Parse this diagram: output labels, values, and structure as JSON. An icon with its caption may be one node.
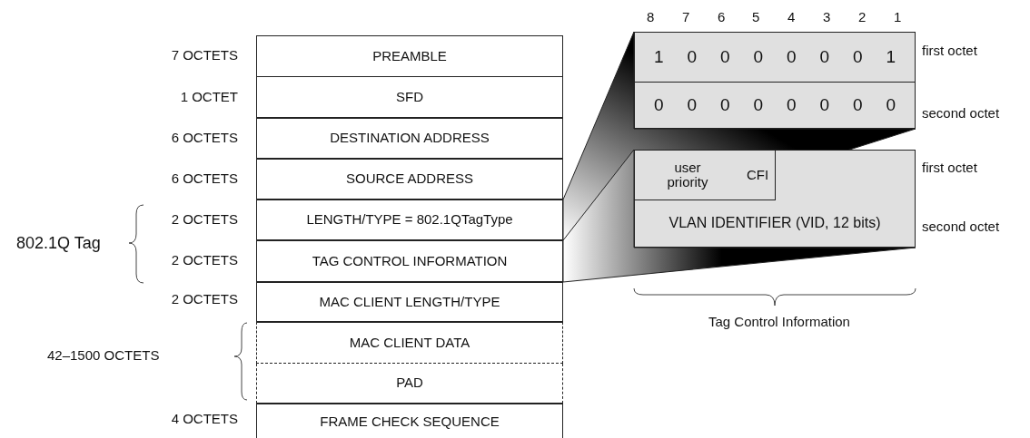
{
  "diagram": {
    "nodes": [
      {
        "text": [
          "PREAMBLE"
        ],
        "beside": [
          "7 OCTETS"
        ]
      },
      {
        "text": [
          "SFD"
        ],
        "beside": [
          "1 OCTET"
        ]
      },
      {
        "text": [
          "DESTINATION ADDRESS"
        ],
        "beside": [
          "6 OCTETS"
        ]
      },
      {
        "text": [
          "SOURCE ADDRESS"
        ],
        "beside": [
          "6 OCTETS"
        ]
      },
      {
        "text": [
          "LENGTH/TYPE = 802.1QTagType"
        ],
        "beside": [
          "2 OCTETS"
        ]
      },
      {
        "text": [
          "TAG CONTROL INFORMATION"
        ],
        "beside": [
          "2 OCTETS"
        ]
      },
      {
        "text": [
          "MAC CLIENT LENGTH/TYPE"
        ],
        "beside": [
          "2 OCTETS"
        ]
      },
      {
        "text": [
          "MAC CLIENT DATA"
        ]
      },
      {
        "text": [
          "PAD"
        ]
      },
      {
        "text": [
          "FRAME CHECK SEQUENCE"
        ],
        "beside": [
          "4 OCTETS"
        ]
      },
      {
        "text": [
          "1",
          "0",
          "0",
          "0",
          "0",
          "0",
          "0",
          "1"
        ],
        "beside": [
          "first octet"
        ]
      },
      {
        "text": [
          "0",
          "0",
          "0",
          "0",
          "0",
          "0",
          "0",
          "0"
        ],
        "beside": [
          "second octet"
        ]
      },
      {
        "text": [
          "VLAN IDENTIFIER (VID, 12 bits)"
        ],
        "beside": [
          "first octet",
          "second octet"
        ]
      },
      {
        "text": [
          "user priority"
        ],
        "in": 12
      },
      {
        "text": [
          "CFI"
        ],
        "in": 12
      }
    ],
    "edges": [],
    "labels": [
      "802.1Q Tag",
      "42–1500 OCTETS",
      "8",
      "7",
      "6",
      "5",
      "4",
      "3",
      "2",
      "1",
      "Tag Control Information"
    ]
  }
}
